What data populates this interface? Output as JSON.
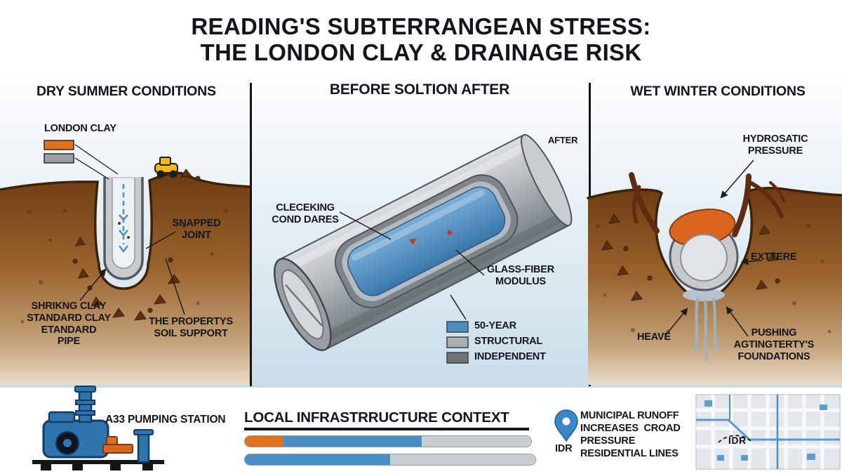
{
  "title": "READING'S SUBTERRANGEAN STRESS:\nTHE LONDON CLAY & DRAINAGE RISK",
  "left_panel": {
    "heading": "DRY SUMMER CONDITIONS",
    "london_clay_label": "LONDON CLAY",
    "snapped_joint_label": "SNAPPED\nJOINT",
    "shrinking_clay_label": "SHRIKNG CLAY\nSTANDARD CLAY\nETANDARD\nPIPE",
    "soil_support_label": "THE PROPERTYS\nSOIL SUPPORT"
  },
  "center_panel": {
    "heading": "BEFORE SOLTION AFTER",
    "after_label": "AFTER",
    "cracking_label": "CLECEKING\nCOND DARES",
    "glass_fiber_label": "GLASS-FIBER\nMODULUS",
    "legend": [
      {
        "label": "50-YEAR",
        "color": "#4a8fc4"
      },
      {
        "label": "STRUCTURAL",
        "color": "#a9aeb3"
      },
      {
        "label": "INDEPENDENT",
        "color": "#6d7277"
      }
    ]
  },
  "right_panel": {
    "heading": "WET WINTER CONDITIONS",
    "hydrostatic_label": "HYDROSATIC\nPRESSURE",
    "exttere_label": "EXTTERE",
    "heave_label": "HEAVE",
    "pushing_label": "PUSHING\nAGTINGTERTY'S\nFOUNDATIONS"
  },
  "bottom": {
    "pumping_station_label": "A33 PUMPING STATION",
    "infrastructure_heading": "LOCAL INFRASTRRUCTURE CONTEXT",
    "pin_idr_label": "IDR",
    "runoff_text": "MUNICIPAL RUNOFF\nINCREASES  CROAD\nPRESSURE\nRESIDENTIAL LINES",
    "map_idr_label": "IDR"
  },
  "colors": {
    "accent_orange": "#e2711d",
    "accent_blue": "#4a8fc4",
    "soil_brown": "#8a5424",
    "pipe_gray": "#aab0b4"
  }
}
